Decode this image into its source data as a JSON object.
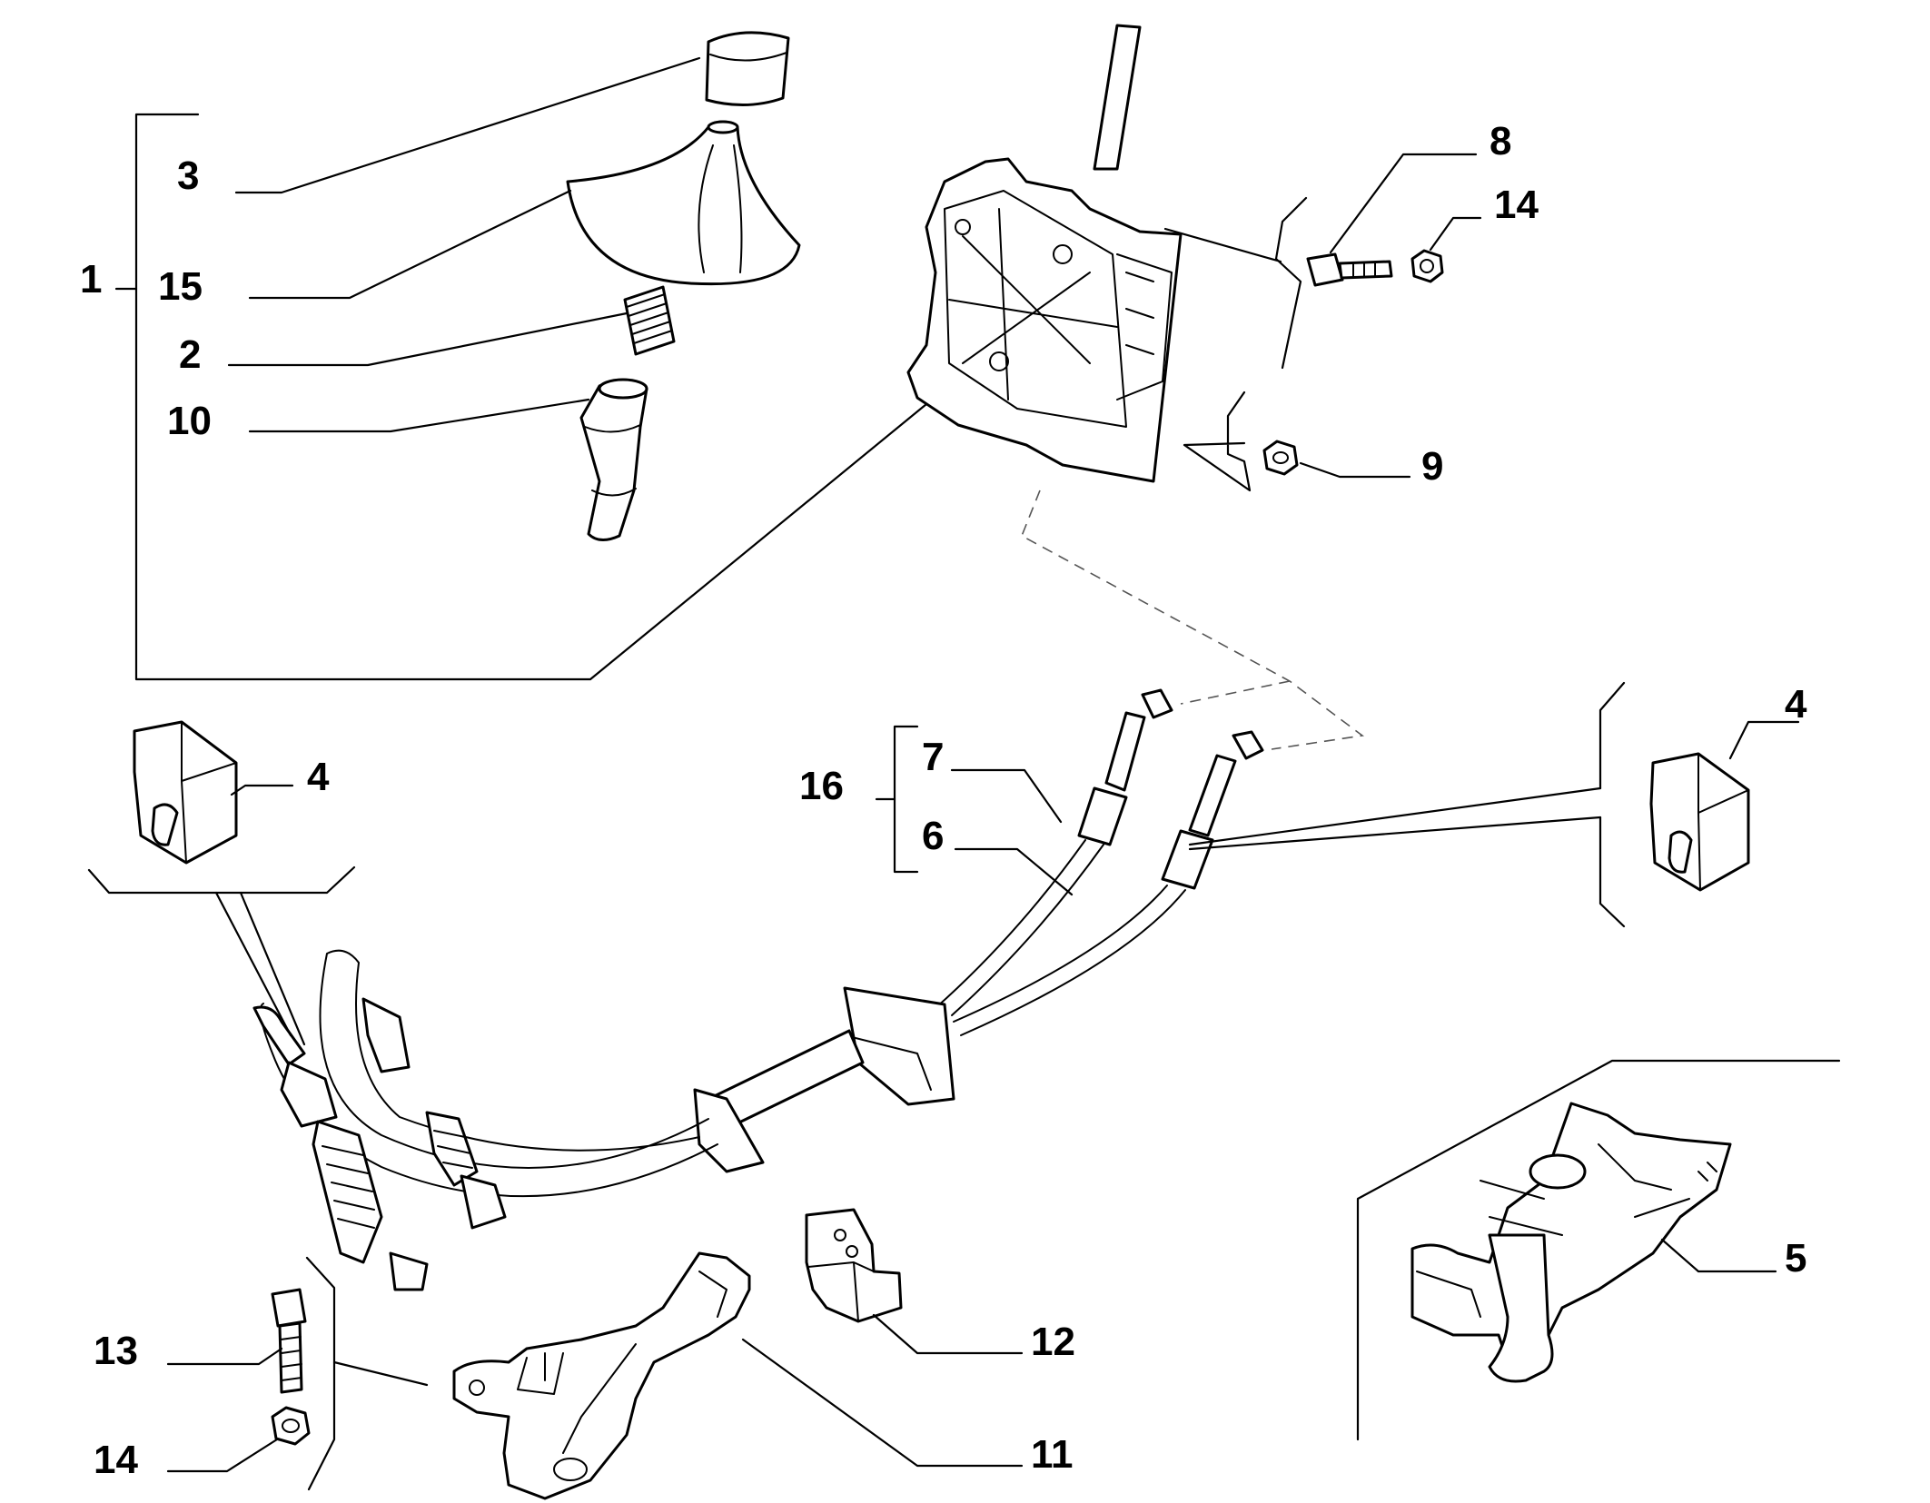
{
  "labels": {
    "l1": "1",
    "l3": "3",
    "l15": "15",
    "l2": "2",
    "l10": "10",
    "l8": "8",
    "l14a": "14",
    "l9": "9",
    "l4a": "4",
    "l4b": "4",
    "l16": "16",
    "l7": "7",
    "l6": "6",
    "l5": "5",
    "l12": "12",
    "l11": "11",
    "l13": "13",
    "l14b": "14"
  },
  "colors": {
    "line": "#000000",
    "fill": "#ffffff",
    "dashed": "#555555"
  }
}
